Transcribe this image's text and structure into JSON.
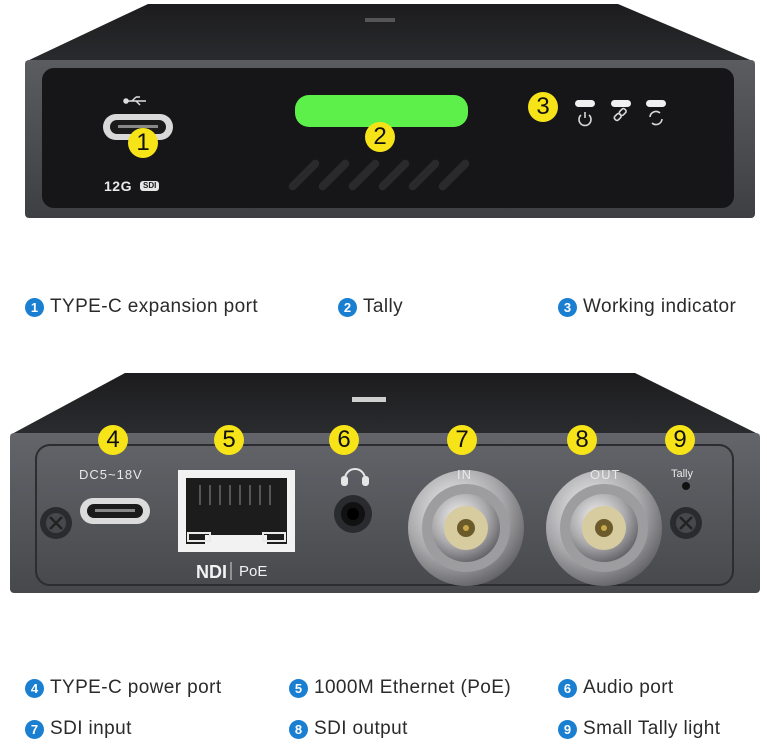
{
  "device_front": {
    "callouts": [
      "1",
      "2",
      "3"
    ],
    "brand_label": "12G",
    "brand_badge": "SDI"
  },
  "device_rear": {
    "callouts": [
      "4",
      "5",
      "6",
      "7",
      "8",
      "9"
    ],
    "power_label": "DC5~18V",
    "ndi_label": "NDI",
    "poe_label": "PoE",
    "in_label": "IN",
    "out_label": "OUT",
    "tally_label": "Tally"
  },
  "legend": [
    {
      "num": "1",
      "text": "TYPE-C expansion port"
    },
    {
      "num": "2",
      "text": "Tally"
    },
    {
      "num": "3",
      "text": "Working indicator"
    },
    {
      "num": "4",
      "text": "TYPE-C power port"
    },
    {
      "num": "5",
      "text": "1000M Ethernet (PoE)"
    },
    {
      "num": "6",
      "text": "Audio port"
    },
    {
      "num": "7",
      "text": "SDI input"
    },
    {
      "num": "8",
      "text": "SDI output"
    },
    {
      "num": "9",
      "text": "Small Tally light"
    }
  ],
  "colors": {
    "callout": "#f6e318",
    "legend_badge": "#1a7fd1",
    "tally_bar": "#5ef04a"
  }
}
